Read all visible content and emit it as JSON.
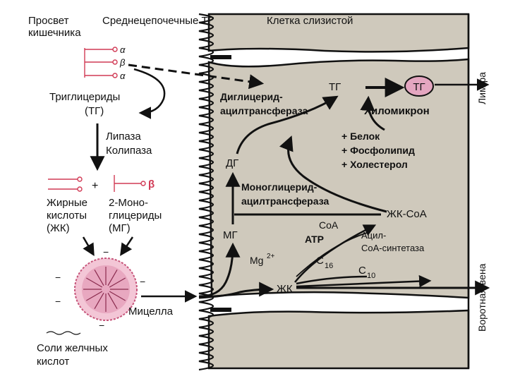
{
  "colors": {
    "cell_fill": "#cfc9bc",
    "outline": "#111111",
    "micelle": "#e8a8c0",
    "tg_circle": "#e4a6c0",
    "lipid_chain": "#d13a55"
  },
  "labels": {
    "lumen_line1": "Просвет",
    "lumen_line2": "кишечника",
    "mct": "Среднецепочечные ТГ",
    "mucosa_cell": "Клетка слизистой",
    "alpha1": "α",
    "beta": "β",
    "alpha2": "α",
    "tg_line1": "Триглицериды",
    "tg_line2": "(ТГ)",
    "lipase_line1": "Липаза",
    "lipase_line2": "Колипаза",
    "plus": "+",
    "beta_mg": "β",
    "fa_line1": "Жирные",
    "fa_line2": "кислоты",
    "fa_line3": "(ЖК)",
    "mg_line1": "2-Моно-",
    "mg_line2": "глицериды",
    "mg_line3": "(МГ)",
    "micelle_minus": "−",
    "micelle": "Мицелла",
    "bile_line1": "Соли желчных",
    "bile_line2": "кислот",
    "dgat_line1": "Диглицерид-",
    "dgat_line2": "ацилтрансфераза",
    "tg_cell": "ТГ",
    "tg_circle": "ТГ",
    "chylomicron": "Хиломикрон",
    "protein": "+ Белок",
    "phospholipid": "+ Фосфолипид",
    "cholesterol": "+ Холестерол",
    "dg": "ДГ",
    "mgat_line1": "Моноглицерид-",
    "mgat_line2": "ацилтрансфераза",
    "fa_coa": "ЖК-CoA",
    "coa": "CoA",
    "atp": "ATP",
    "acyl_line1": "Ацил-",
    "acyl_line2": "CoA-синтетаза",
    "mg_cell": "МГ",
    "mg2": "Mg",
    "mg2_sup": "2+",
    "c16": "C",
    "c16_sub": "16",
    "c10": "C",
    "c10_sub": "10",
    "fa_cell": "ЖК",
    "lymph": "Лимфа",
    "portal": "Воротная вена"
  }
}
